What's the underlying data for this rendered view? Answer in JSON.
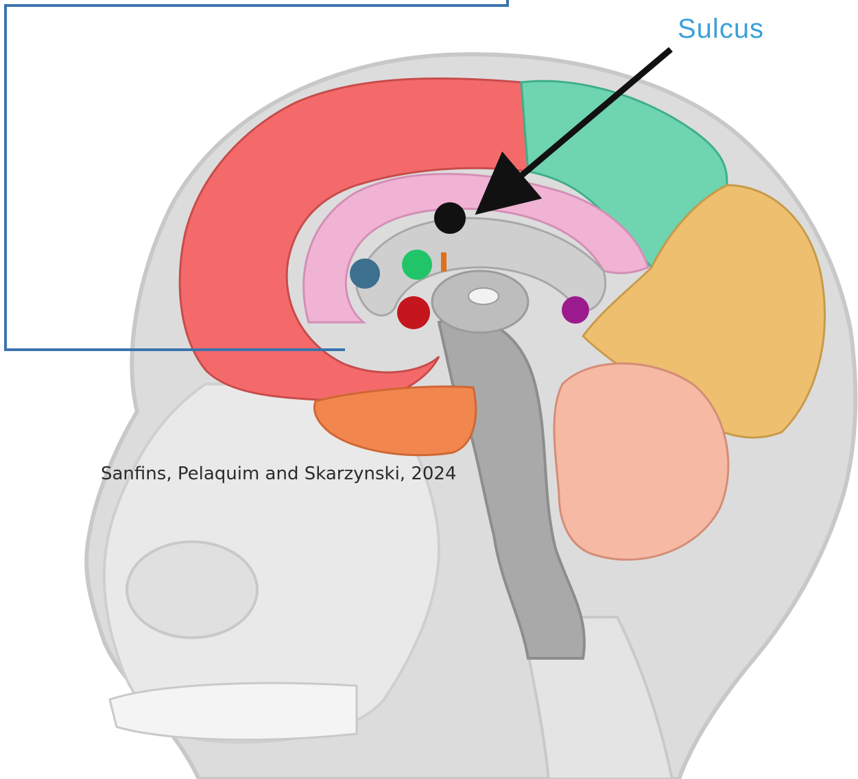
{
  "labels": {
    "sulcus": "Sulcus",
    "credit": "Sanfins, Pelaquim and Skarzynski, 2024"
  },
  "colors": {
    "frame": "#3b74ad",
    "frontal_lobe": "#f46a6a",
    "cingulate_gyrus": "#f0b3d3",
    "parietal_lobe": "#6fd4b0",
    "occipital_lobe": "#eebf6f",
    "temporal_lobe": "#f2864f",
    "cerebellum": "#f6b9a3",
    "sulcus_label": "#3aa0d8",
    "marker_black": "#111111",
    "marker_teal": "#3d6f8e",
    "marker_green": "#22c46a",
    "marker_red": "#c4161c",
    "marker_purple": "#9b1b8e",
    "marker_orange": "#e0701e"
  },
  "markers": [
    {
      "name": "marker-black-dot",
      "color": "#111111"
    },
    {
      "name": "marker-teal-dot",
      "color": "#3d6f8e"
    },
    {
      "name": "marker-green-dot",
      "color": "#22c46a"
    },
    {
      "name": "marker-red-dot",
      "color": "#c4161c"
    },
    {
      "name": "marker-purple-dot",
      "color": "#9b1b8e"
    },
    {
      "name": "marker-orange-tick",
      "color": "#e0701e"
    }
  ]
}
